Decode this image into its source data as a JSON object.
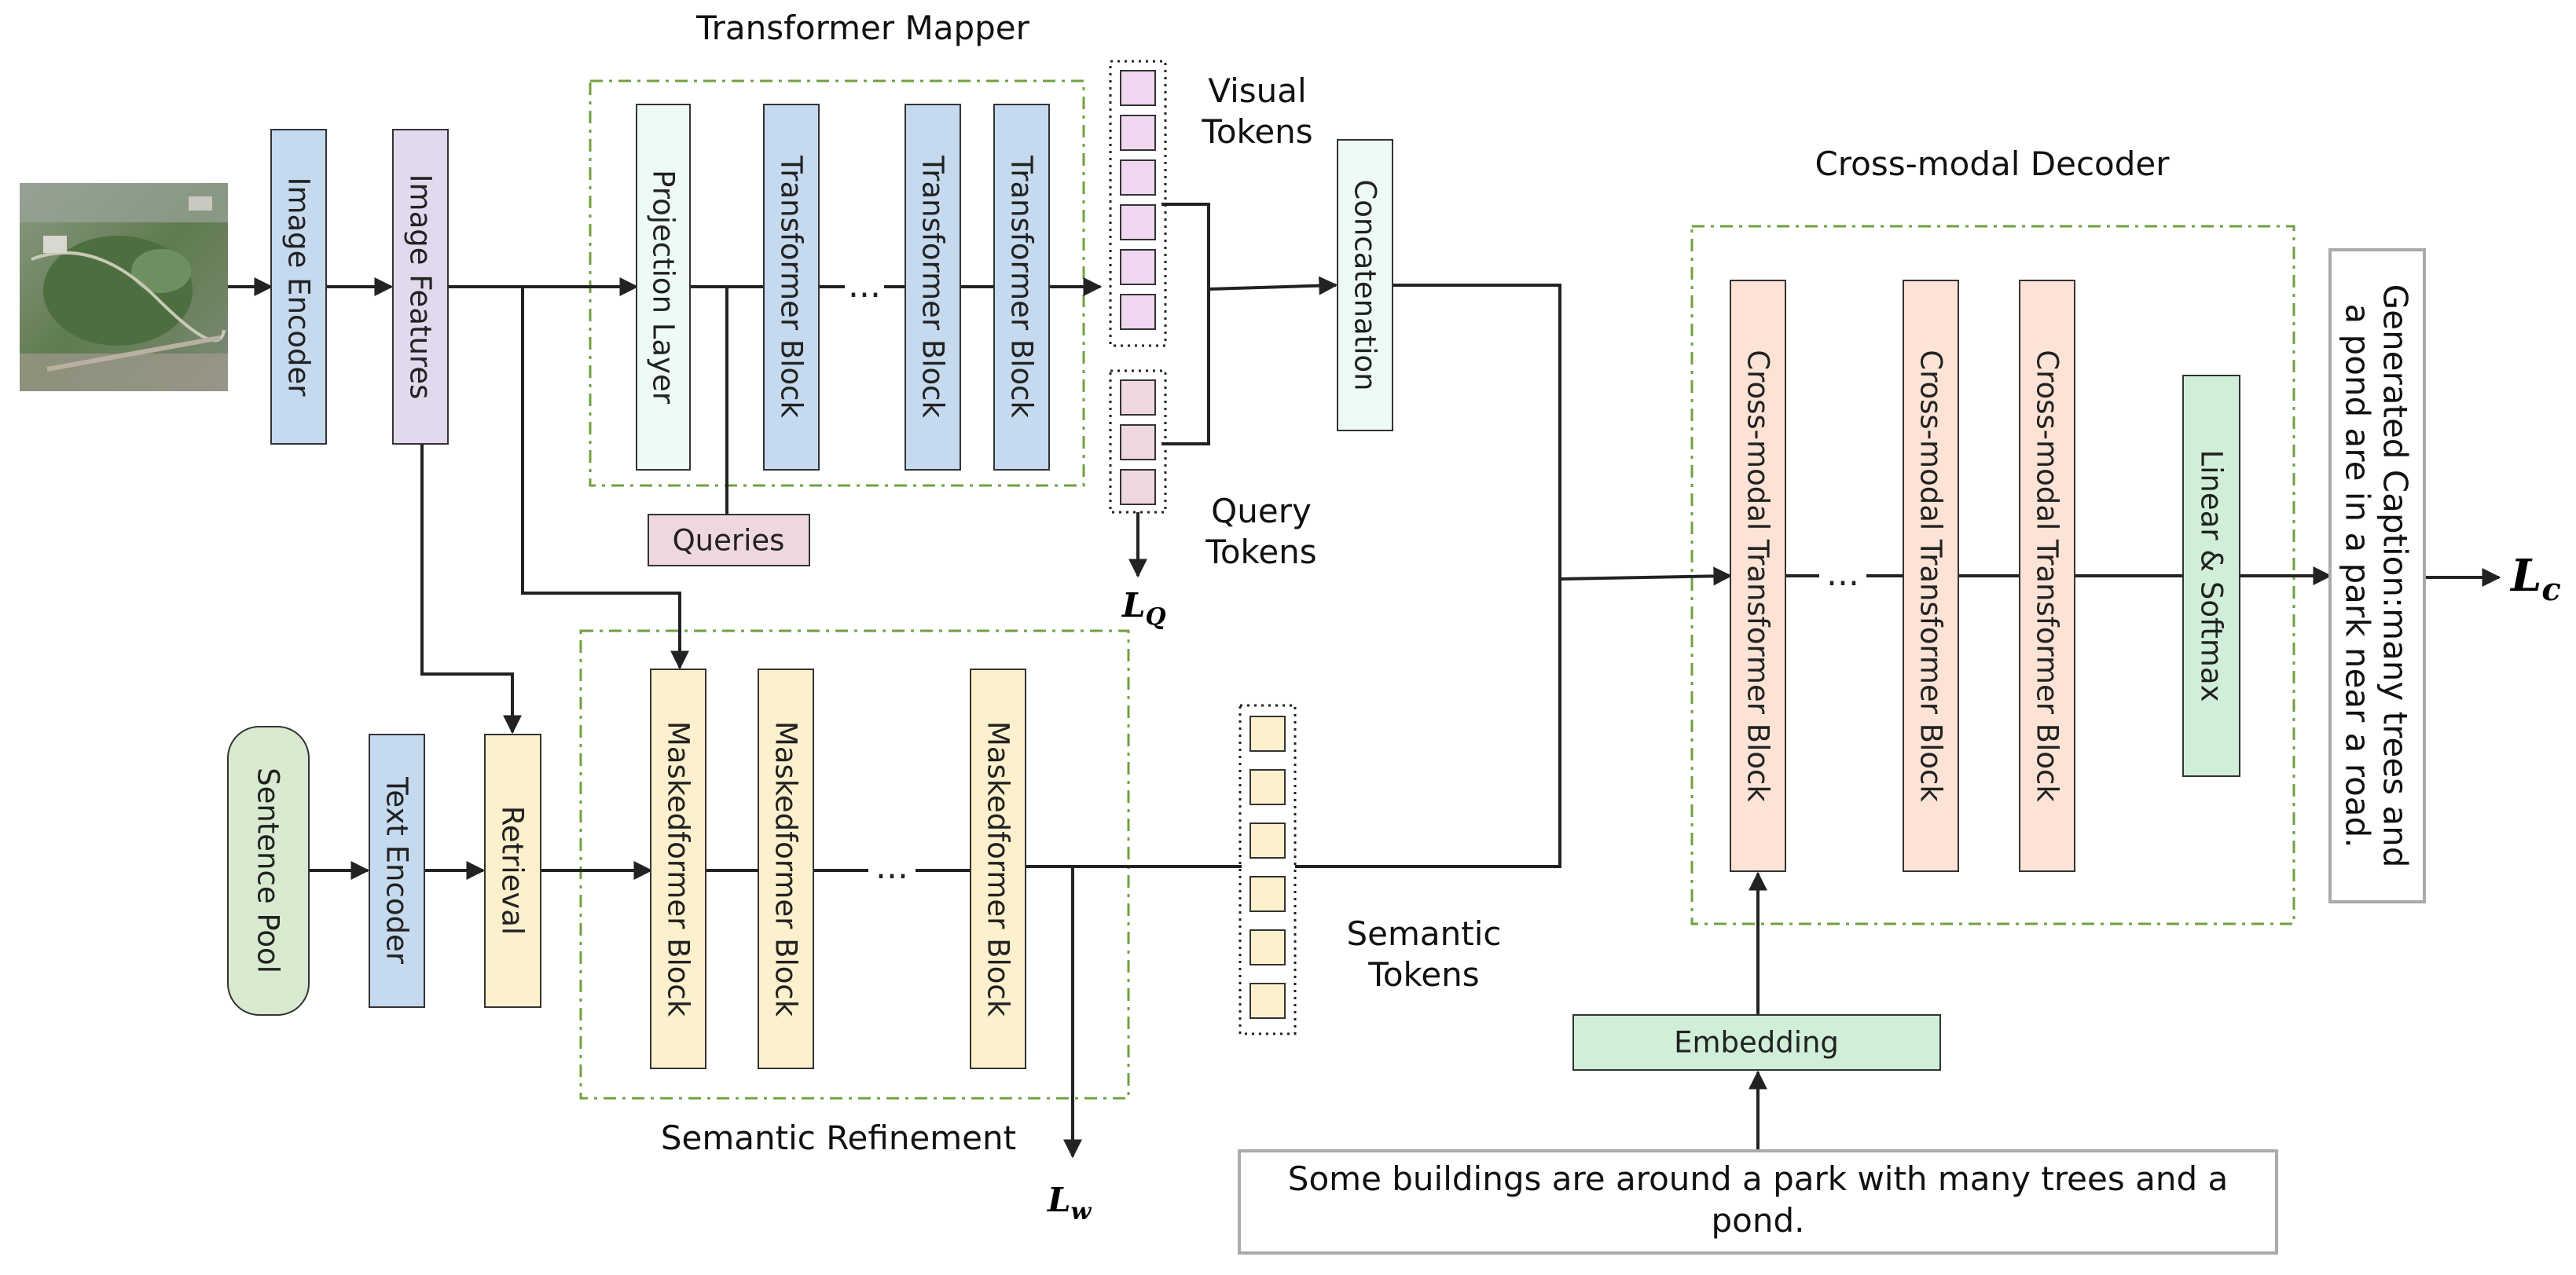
{
  "labels": {
    "transformer_mapper": "Transformer Mapper",
    "cross_modal_decoder": "Cross-modal Decoder",
    "semantic_refinement": "Semantic Refinement",
    "visual_tokens": [
      "Visual",
      "Tokens"
    ],
    "query_tokens": [
      "Query",
      "Tokens"
    ],
    "semantic_tokens": [
      "Semantic",
      "Tokens"
    ]
  },
  "blocks": {
    "image_encoder": "Image Encoder",
    "image_features": "Image Features",
    "projection_layer": "Projection Layer",
    "transformer_block": "Transformer Block",
    "concatenation": "Concatenation",
    "queries": "Queries",
    "sentence_pool": "Sentence Pool",
    "text_encoder": "Text Encoder",
    "retrieval": "Retrieval",
    "maskedformer_block": "Maskedformer Block",
    "cross_modal_transformer_block": "Cross-modal Transformer Block",
    "linear_softmax": "Linear & Softmax",
    "embedding": "Embedding",
    "generated_caption": [
      "Generated Caption:many trees and",
      "a pond are in a park near a road."
    ],
    "input_sentence": [
      "Some buildings are around a park with many trees and a",
      "pond."
    ]
  },
  "ellipsis": "...",
  "losses": {
    "lq": {
      "base": "L",
      "sub": "Q"
    },
    "lw": {
      "base": "L",
      "sub": "w"
    },
    "lc": {
      "base": "L",
      "sub": "c"
    }
  },
  "colors": {
    "blue": "#c5d9ef",
    "purple": "#e3d9ef",
    "mint": "#eefaf5",
    "pink": "#efd7df",
    "yellow": "#fdf0cc",
    "peach": "#fde3d5",
    "green": "#d0eed8",
    "region_border": "#70a040",
    "arrow": "#222222"
  }
}
